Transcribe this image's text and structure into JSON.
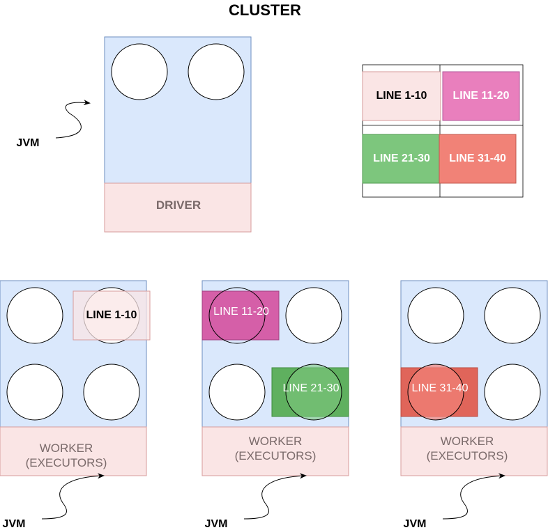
{
  "title": "CLUSTER",
  "driver": {
    "label": "DRIVER",
    "jvm": "JVM"
  },
  "partitions": {
    "p1": "LINE 1-10",
    "p2": "LINE 11-20",
    "p3": "LINE 21-30",
    "p4": "LINE 31-40"
  },
  "workers": [
    {
      "label_line1": "WORKER",
      "label_line2": "(EXECUTORS)",
      "jvm": "JVM",
      "partitions": [
        "LINE 1-10"
      ]
    },
    {
      "label_line1": "WORKER",
      "label_line2": "(EXECUTORS)",
      "jvm": "JVM",
      "partitions": [
        "LINE 11-20",
        "LINE 21-30"
      ]
    },
    {
      "label_line1": "WORKER",
      "label_line2": "(EXECUTORS)",
      "jvm": "JVM",
      "partitions": [
        "LINE 31-40"
      ]
    }
  ],
  "colors": {
    "node_body": "#dae8fc",
    "node_body_stroke": "#6c8ebf",
    "node_footer": "#fae5e5",
    "node_footer_stroke": "#d79b9b",
    "node_label": "#7a6a6a",
    "partition_1": "#fae5e5",
    "partition_2": "#e97fbd",
    "partition_3": "#7dc67d",
    "partition_4": "#f18277"
  }
}
